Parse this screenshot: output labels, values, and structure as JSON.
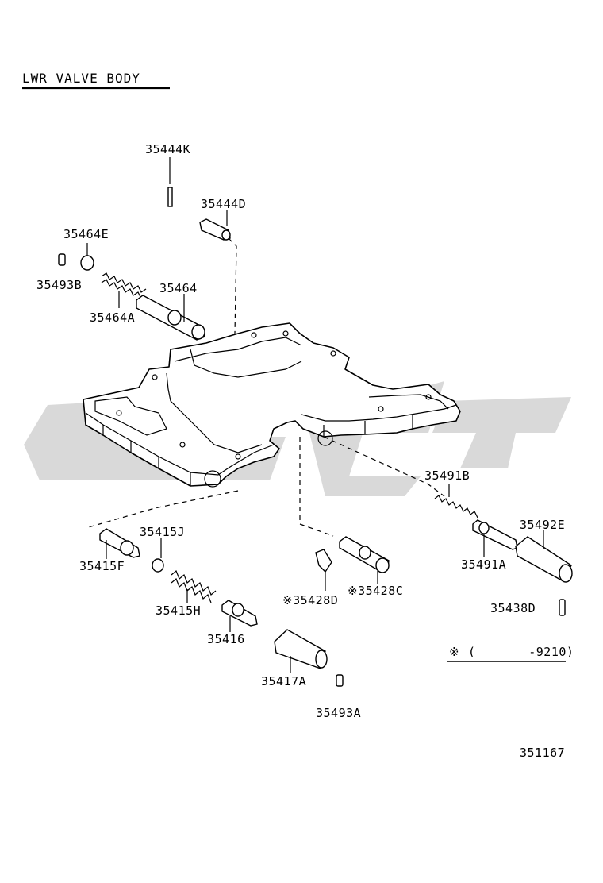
{
  "diagram": {
    "title": "LWR VALVE BODY",
    "figure_number": "351167",
    "note_symbol": "※",
    "note_range": "(       -9210)",
    "parts": [
      {
        "id": "35444K"
      },
      {
        "id": "35444D"
      },
      {
        "id": "35464E"
      },
      {
        "id": "35493B"
      },
      {
        "id": "35464"
      },
      {
        "id": "35464A"
      },
      {
        "id": "35491B"
      },
      {
        "id": "35492E"
      },
      {
        "id": "35491A"
      },
      {
        "id": "35438D"
      },
      {
        "id": "35415J"
      },
      {
        "id": "35415F"
      },
      {
        "id": "35415H"
      },
      {
        "id": "35416"
      },
      {
        "id": "35417A"
      },
      {
        "id": "35493A"
      },
      {
        "id": "※35428D"
      },
      {
        "id": "※35428C"
      }
    ]
  }
}
